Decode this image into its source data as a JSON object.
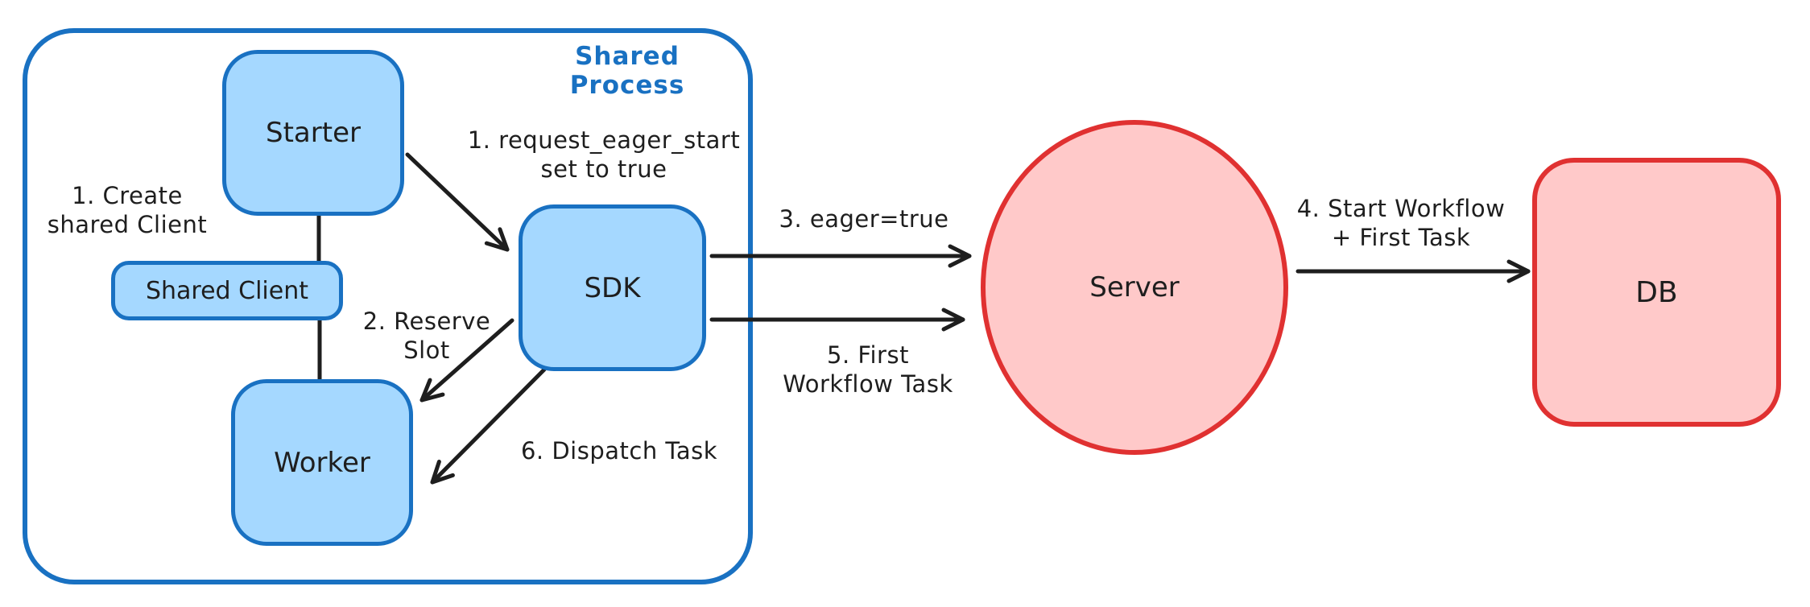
{
  "diagram": {
    "container": {
      "label": "Shared Process"
    },
    "nodes": {
      "starter": "Starter",
      "shared_client": "Shared Client",
      "worker": "Worker",
      "sdk": "SDK",
      "server": "Server",
      "db": "DB"
    },
    "annotations": {
      "create_shared_client": "1. Create\nshared Client",
      "request_eager_start": "1. request_eager_start\nset to true",
      "reserve_slot": "2. Reserve\nSlot",
      "eager_true": "3. eager=true",
      "start_workflow_first_task": "4. Start Workflow\n+ First Task",
      "first_workflow_task": "5. First\nWorkflow Task",
      "dispatch_task": "6. Dispatch Task"
    },
    "colors": {
      "blue_border": "#1971c2",
      "blue_fill": "#a5d8ff",
      "red_border": "#e03131",
      "red_fill": "#ffc9c9",
      "ink": "#1e1e1e"
    }
  }
}
